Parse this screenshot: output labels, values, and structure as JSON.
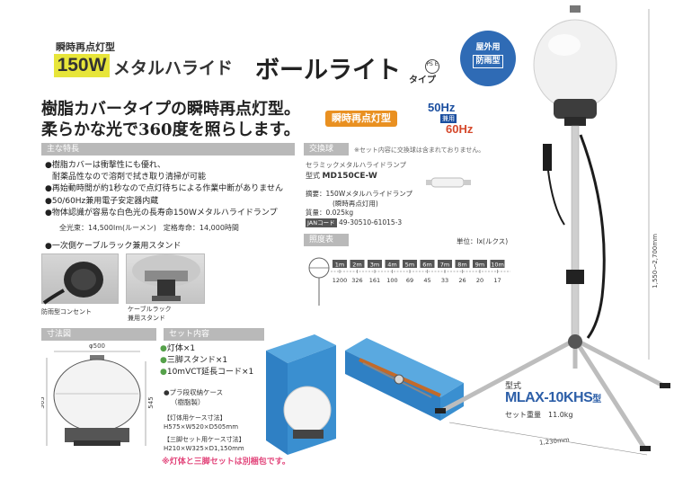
{
  "header": {
    "subtitle": "瞬時再点灯型",
    "watt": "150W",
    "name_part1": "メタルハライド",
    "name_part2": "ボールライト",
    "type_suffix": "タイプ",
    "pse": "PS E",
    "outdoor_line1": "屋外用",
    "outdoor_line2": "防雨型"
  },
  "tagline": {
    "line1": "樹脂カバータイプの瞬時再点灯型。",
    "line2": "柔らかな光で360度を照らします。"
  },
  "badges": {
    "instant": "瞬時再点灯型",
    "hz50": "50Hz",
    "hz_shared": "兼用",
    "hz60": "60Hz"
  },
  "features": {
    "heading": "主な特長",
    "items": [
      "●樹脂カバーは衝撃性にも優れ、",
      "耐薬品性なので溶剤で拭き取り清掃が可能",
      "●再始動時間が約1秒なので点灯待ちによる作業中断がありません",
      "●50/60Hz兼用電子安定器内蔵",
      "●物体認識が容易な白色光の長寿命150Wメタルハライドランプ"
    ],
    "spec": "全光束：14,500lm(ルーメン)　定格寿命：14,000時間",
    "stand_title": "●一次側ケーブルラック兼用スタンド",
    "caption1": "防雨型コンセント",
    "caption2_line1": "ケーブルラック",
    "caption2_line2": "兼用スタンド"
  },
  "exchange": {
    "heading": "交換球",
    "note": "※セット内容に交換球は含まれておりません。",
    "name": "セラミックメタルハライドランプ",
    "model_label": "型式",
    "model": "MD150CE-W",
    "summary_label": "摘要",
    "summary1": "150Wメタルハライドランプ",
    "summary2": "(瞬時再点灯用)",
    "mass_label": "質量",
    "mass": "0.025kg",
    "jan_label": "JANコード",
    "jan": "49-30510-61015-3"
  },
  "illuminance": {
    "heading": "照度表",
    "unit": "単位：lx(ルクス)",
    "distances": [
      "1m",
      "2m",
      "3m",
      "4m",
      "5m",
      "6m",
      "7m",
      "8m",
      "9m",
      "10m"
    ],
    "values": [
      "1200",
      "326",
      "161",
      "100",
      "69",
      "45",
      "33",
      "26",
      "20",
      "17"
    ]
  },
  "dimensions": {
    "heading": "寸法図",
    "width": "φ500",
    "height_total": "565",
    "height_body": "545"
  },
  "set": {
    "heading": "セット内容",
    "items": [
      "灯体×1",
      "三脚スタンド×1",
      "10mVCT延長コード×1"
    ],
    "case_line1": "●プラ段収納ケース",
    "case_line2": "（樹脂製）",
    "case_light_title": "【灯体用ケース寸法】",
    "case_light_size": "H575×W520×D505mm",
    "case_tripod_title": "【三脚セット用ケース寸法】",
    "case_tripod_size": "H210×W325×D1,150mm",
    "warning": "※灯体と三脚セットは別梱包です。"
  },
  "product": {
    "height_range": "1,550～2,700mm",
    "base_width": "1,230mm",
    "model_label": "型式",
    "model_name": "MLAX-10KHS",
    "model_suffix": "型",
    "weight": "セット重量　11.0kg"
  },
  "colors": {
    "accent_yellow": "#e7e53a",
    "brand_blue": "#2f6bb5",
    "section_gray": "#b9b9b9",
    "warning_pink": "#e2447a",
    "case_blue": "#3a8fd0"
  }
}
